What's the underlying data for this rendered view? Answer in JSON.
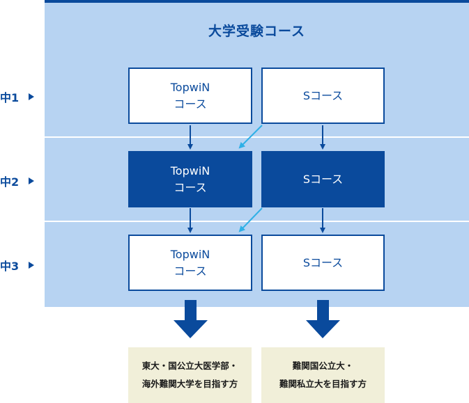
{
  "title": "大学受験コース",
  "grades": [
    {
      "label": "中1"
    },
    {
      "label": "中2"
    },
    {
      "label": "中3"
    }
  ],
  "rows": [
    {
      "topwin": "TopwiN\nコース",
      "s": "Sコース",
      "highlight": false
    },
    {
      "topwin": "TopwiN\nコース",
      "s": "Sコース",
      "highlight": true
    },
    {
      "topwin": "TopwiN\nコース",
      "s": "Sコース",
      "highlight": false
    }
  ],
  "outcomes": [
    {
      "line1": "東大・国公立大医学部・",
      "line2": "海外難関大学を目指す方"
    },
    {
      "line1": "難関国公立大・",
      "line2": "難関私立大を目指す方"
    }
  ],
  "colors": {
    "navy": "#0a4a9c",
    "panel": "#b7d3f2",
    "cyan_arrow": "#2fb0e6",
    "outcome_bg": "#f1efd9"
  },
  "icons": {
    "grade_marker": "triangle-right-icon",
    "down_arrow": "arrow-down-icon",
    "diagonal_arrow": "arrow-diagonal-icon",
    "big_down_arrow": "big-arrow-down-icon"
  }
}
